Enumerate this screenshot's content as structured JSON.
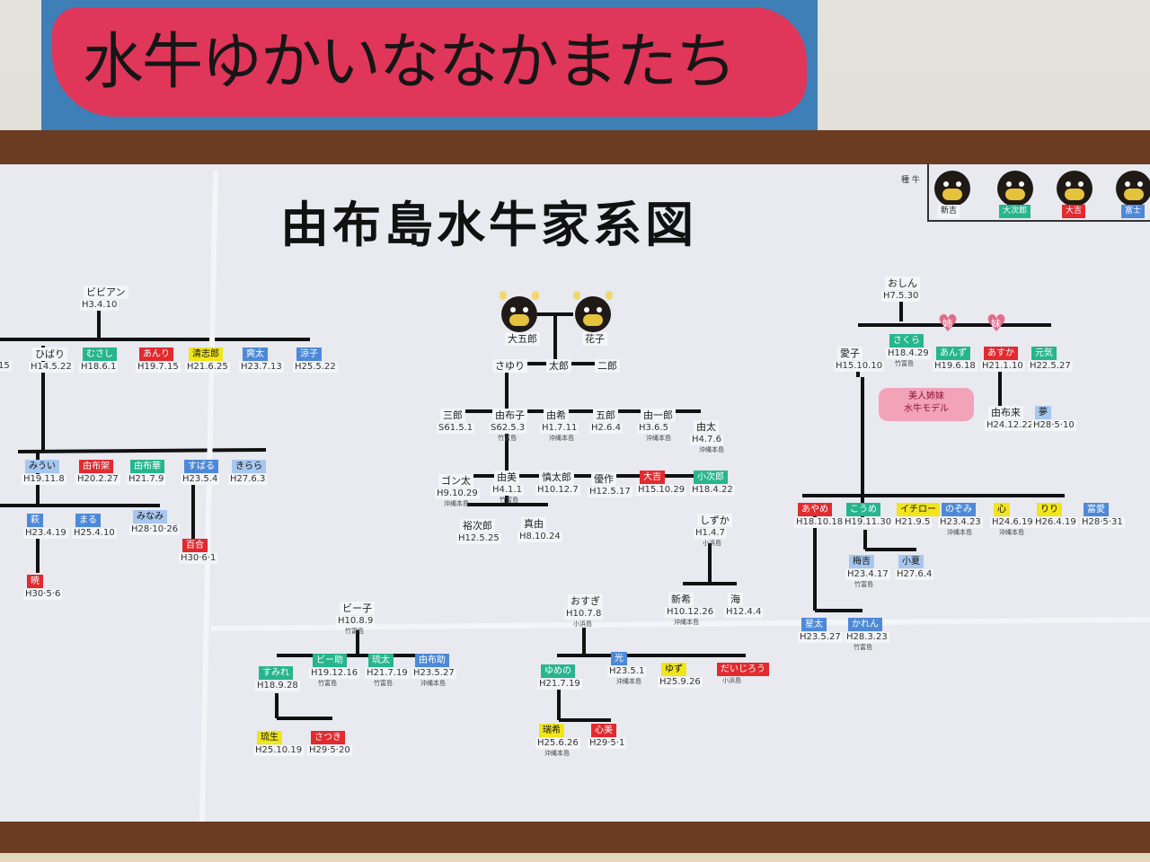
{
  "banner": {
    "text": "水牛ゆかいななかまたち"
  },
  "board": {
    "title": "由布島水牛家系図"
  },
  "legend": {
    "label": "種 牛",
    "cows": [
      "新吉",
      "大次郎",
      "大吉",
      "富士"
    ]
  },
  "founders": {
    "sire": "大五郎",
    "dam": "花子"
  },
  "nodes": [
    {
      "id": "bibian",
      "name": "ビビアン",
      "date": "H3.4.10"
    },
    {
      "id": "hibari",
      "name": "ひばり",
      "date": "H14.5.22"
    },
    {
      "id": "musashi",
      "name": "むさし",
      "date": "H18.6.1"
    },
    {
      "id": "anri",
      "name": "あんり",
      "date": "H19.7.15"
    },
    {
      "id": "seishiro",
      "name": "清志郎",
      "date": "H21.6.25"
    },
    {
      "id": "souta",
      "name": "爽太",
      "date": "H23.7.13"
    },
    {
      "id": "ryouko",
      "name": "涼子",
      "date": "H25.5.22"
    },
    {
      "id": "left15",
      "name": "",
      "date": "15"
    },
    {
      "id": "miui",
      "name": "みうい",
      "date": "H19.11.8"
    },
    {
      "id": "yufuka",
      "name": "由布架",
      "date": "H20.2.27"
    },
    {
      "id": "yufuhana",
      "name": "由布華",
      "date": "H21.7.9"
    },
    {
      "id": "subaru",
      "name": "すばる",
      "date": "H23.5.4"
    },
    {
      "id": "kirara",
      "name": "きらら",
      "date": "H27.6.3"
    },
    {
      "id": "hagi",
      "name": "萩",
      "date": "H23.4.19"
    },
    {
      "id": "maru",
      "name": "まる",
      "date": "H25.4.10"
    },
    {
      "id": "minami",
      "name": "みなみ",
      "date": "H28·10·26"
    },
    {
      "id": "yuri",
      "name": "百合",
      "date": "H30·6·1"
    },
    {
      "id": "akari",
      "name": "暁",
      "date": "H30·5·6"
    },
    {
      "id": "sayuri",
      "name": "さゆり",
      "date": ""
    },
    {
      "id": "taro",
      "name": "太郎",
      "date": ""
    },
    {
      "id": "jiro",
      "name": "二郎",
      "date": ""
    },
    {
      "id": "saburo",
      "name": "三郎",
      "date": "S61.5.1"
    },
    {
      "id": "yufuko",
      "name": "由布子",
      "date": "S62.5.3",
      "loc": "竹富島"
    },
    {
      "id": "yuki",
      "name": "由希",
      "date": "H1.7.11",
      "loc": "沖縄本島"
    },
    {
      "id": "goro",
      "name": "五郎",
      "date": "H2.6.4"
    },
    {
      "id": "yuichiro",
      "name": "由一郎",
      "date": "H3.6.5",
      "loc": "沖縄本島"
    },
    {
      "id": "yuta",
      "name": "由太",
      "date": "H4.7.6",
      "loc": "沖縄本島"
    },
    {
      "id": "gonta",
      "name": "ゴン太",
      "date": "H9.10.29",
      "loc": "沖縄本島"
    },
    {
      "id": "yumi",
      "name": "由美",
      "date": "H4.1.1",
      "loc": "竹富島"
    },
    {
      "id": "shintaro",
      "name": "慎太郎",
      "date": "H10.12.7"
    },
    {
      "id": "yusaku",
      "name": "優作",
      "date": "H12.5.17"
    },
    {
      "id": "daikichi",
      "name": "大吉",
      "date": "H15.10.29"
    },
    {
      "id": "kojiro",
      "name": "小次郎",
      "date": "H18.4.22"
    },
    {
      "id": "yujiro",
      "name": "裕次郎",
      "date": "H12.5.25"
    },
    {
      "id": "shinyu",
      "name": "真由",
      "date": "H8.10.24"
    },
    {
      "id": "shizuka",
      "name": "しずか",
      "date": "H1.4.7",
      "loc": "小浜島"
    },
    {
      "id": "niki",
      "name": "新希",
      "date": "H10.12.26",
      "loc": "沖縄本島"
    },
    {
      "id": "umi",
      "name": "海",
      "date": "H12.4.4"
    },
    {
      "id": "oshin",
      "name": "おしん",
      "date": "H7.5.30"
    },
    {
      "id": "aiko",
      "name": "愛子",
      "date": "H15.10.10"
    },
    {
      "id": "sakura",
      "name": "さくら",
      "date": "H18.4.29",
      "loc": "竹富島"
    },
    {
      "id": "anzu",
      "name": "あんず",
      "date": "H19.6.18"
    },
    {
      "id": "asuka",
      "name": "あすか",
      "date": "H21.1.10"
    },
    {
      "id": "genki",
      "name": "元気",
      "date": "H22.5.27"
    },
    {
      "id": "yufurai",
      "name": "由布来",
      "date": "H24.12.22"
    },
    {
      "id": "yume",
      "name": "夢",
      "date": "H28·5·10"
    },
    {
      "id": "ayame",
      "name": "あやめ",
      "date": "H18.10.18"
    },
    {
      "id": "kotone",
      "name": "こうめ",
      "date": "H19.11.30"
    },
    {
      "id": "ichiro",
      "name": "イチロー",
      "date": "H21.9.5"
    },
    {
      "id": "nozomi",
      "name": "のぞみ",
      "date": "H23.4.23",
      "loc": "沖縄本島"
    },
    {
      "id": "kokoro",
      "name": "心",
      "date": "H24.6.19",
      "loc": "沖縄本島"
    },
    {
      "id": "riri",
      "name": "りり",
      "date": "H26.4.19"
    },
    {
      "id": "tomi",
      "name": "富愛",
      "date": "H28·5·31"
    },
    {
      "id": "umekichi",
      "name": "梅吉",
      "date": "H23.4.17",
      "loc": "竹富島"
    },
    {
      "id": "konatsu",
      "name": "小夏",
      "date": "H27.6.4"
    },
    {
      "id": "seita",
      "name": "星太",
      "date": "H23.5.27"
    },
    {
      "id": "karen",
      "name": "かれん",
      "date": "H28.3.23",
      "loc": "竹富島"
    },
    {
      "id": "biko",
      "name": "ビー子",
      "date": "H10.8.9",
      "loc": "竹富島"
    },
    {
      "id": "sumire",
      "name": "すみれ",
      "date": "H18.9.28"
    },
    {
      "id": "biisuke",
      "name": "ビー助",
      "date": "H19.12.16",
      "loc": "竹富島"
    },
    {
      "id": "ruta",
      "name": "琉太",
      "date": "H21.7.19",
      "loc": "竹富島"
    },
    {
      "id": "yufusuke",
      "name": "由布助",
      "date": "H23.5.27",
      "loc": "沖縄本島"
    },
    {
      "id": "rui",
      "name": "琉生",
      "date": "H25.10.19"
    },
    {
      "id": "satsuki",
      "name": "さつき",
      "date": "H29·5·20"
    },
    {
      "id": "osugi",
      "name": "おすぎ",
      "date": "H10.7.8",
      "loc": "小浜島"
    },
    {
      "id": "yumeno",
      "name": "ゆめの",
      "date": "H21.7.19"
    },
    {
      "id": "hikari",
      "name": "光",
      "date": "H23.5.1",
      "loc": "沖縄本島"
    },
    {
      "id": "yuzu",
      "name": "ゆず",
      "date": "H25.9.26"
    },
    {
      "id": "daijiro",
      "name": "だいじろう",
      "date": "",
      "loc": "小浜島"
    },
    {
      "id": "mizuki",
      "name": "瑞希",
      "date": "H25.6.26",
      "loc": "沖縄本島"
    },
    {
      "id": "kokomi",
      "name": "心美",
      "date": "H29·5·1"
    }
  ],
  "hearts": [
    "姉",
    "妹"
  ],
  "motel": {
    "line1": "美人姉妹",
    "line2": "水牛モデル"
  },
  "colors": {
    "green": "#27b58e",
    "red": "#e22a2f",
    "yellow": "#f1e51b",
    "blue": "#4d89d8",
    "light_blue": "#a7c7ee",
    "frame": "#6b3c22"
  }
}
